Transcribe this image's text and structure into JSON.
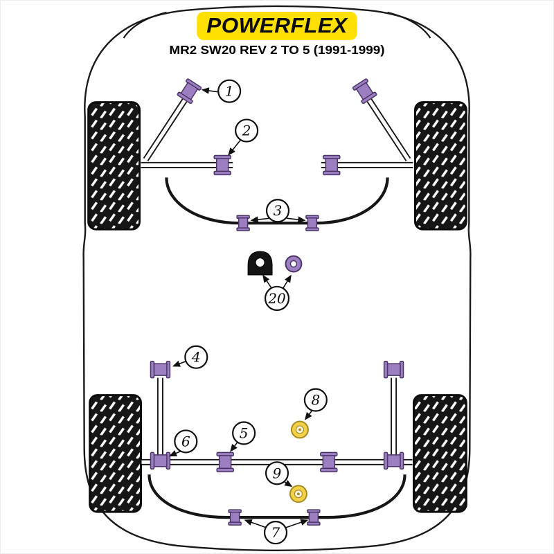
{
  "header": {
    "brand": "POWERFLEX",
    "title": "MR2 SW20 REV 2 TO 5 (1991-1999)"
  },
  "callouts": {
    "c1": "1",
    "c2": "2",
    "c3": "3",
    "c4": "4",
    "c5": "5",
    "c6": "6",
    "c7": "7",
    "c8": "8",
    "c9": "9",
    "c20": "20"
  },
  "colors": {
    "brand_yellow": "#FFE000",
    "bushing_purple": "#9B7FC0",
    "bushing_purple_dark": "#4A3566",
    "bushing_yellow": "#F2D24B",
    "bushing_yellow_dark": "#A98B21",
    "line": "#111111",
    "background": "#FFFFFF"
  }
}
